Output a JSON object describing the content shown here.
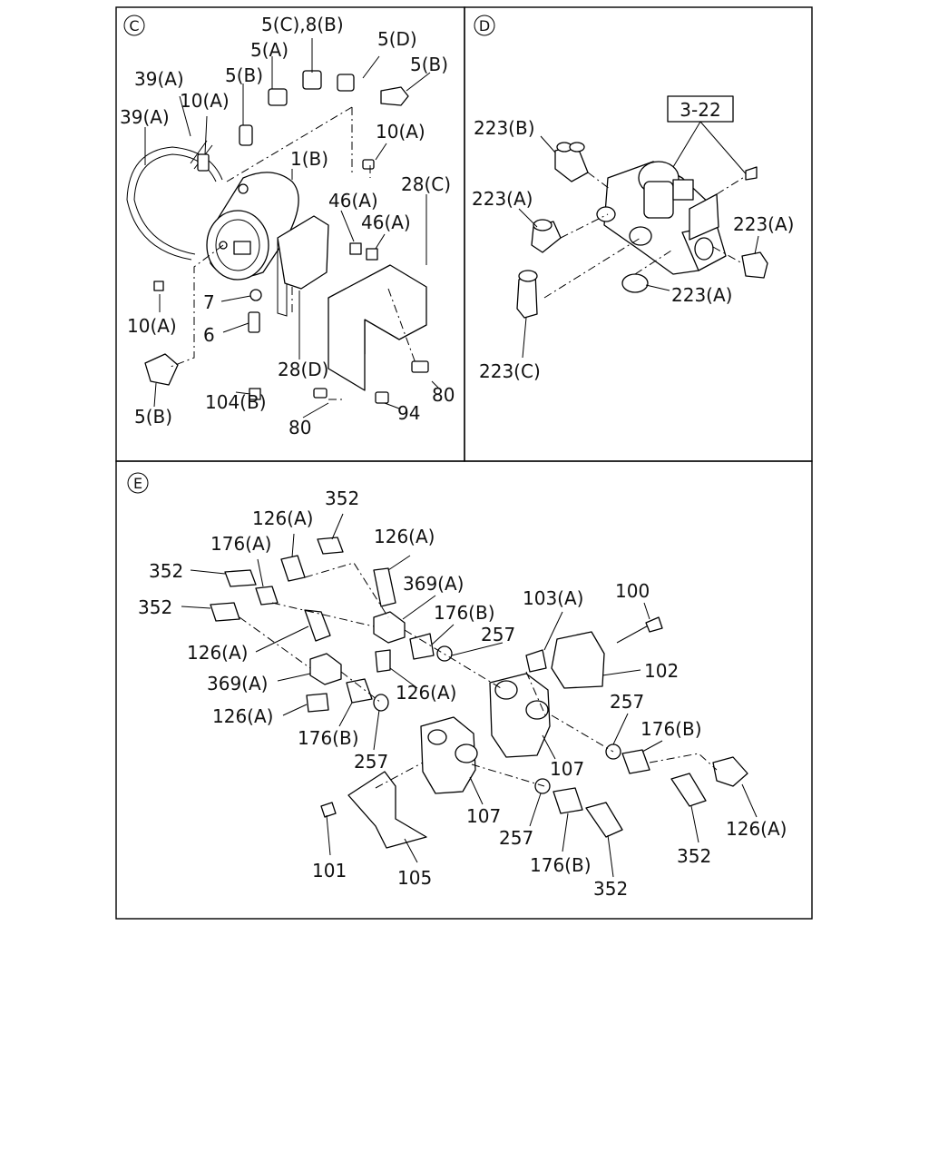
{
  "sections": {
    "c": {
      "marker": "C",
      "labels": [
        "5(C),8(B)",
        "5(D)",
        "5(A)",
        "5(B)",
        "5(B)",
        "39(A)",
        "10(A)",
        "39(A)",
        "10(A)",
        "1(B)",
        "28(C)",
        "46(A)",
        "46(A)",
        "7",
        "10(A)",
        "6",
        "28(D)",
        "5(B)",
        "104(B)",
        "80",
        "80",
        "94"
      ]
    },
    "d": {
      "marker": "D",
      "ref_box": "3-22",
      "labels": [
        "223(B)",
        "223(A)",
        "223(A)",
        "223(A)",
        "223(C)"
      ]
    },
    "e": {
      "marker": "E",
      "labels": [
        "352",
        "126(A)",
        "126(A)",
        "176(A)",
        "352",
        "369(A)",
        "352",
        "176(B)",
        "103(A)",
        "100",
        "257",
        "126(A)",
        "102",
        "369(A)",
        "126(A)",
        "126(A)",
        "257",
        "176(B)",
        "176(B)",
        "257",
        "107",
        "107",
        "126(A)",
        "257",
        "101",
        "105",
        "176(B)",
        "352",
        "352"
      ]
    }
  }
}
